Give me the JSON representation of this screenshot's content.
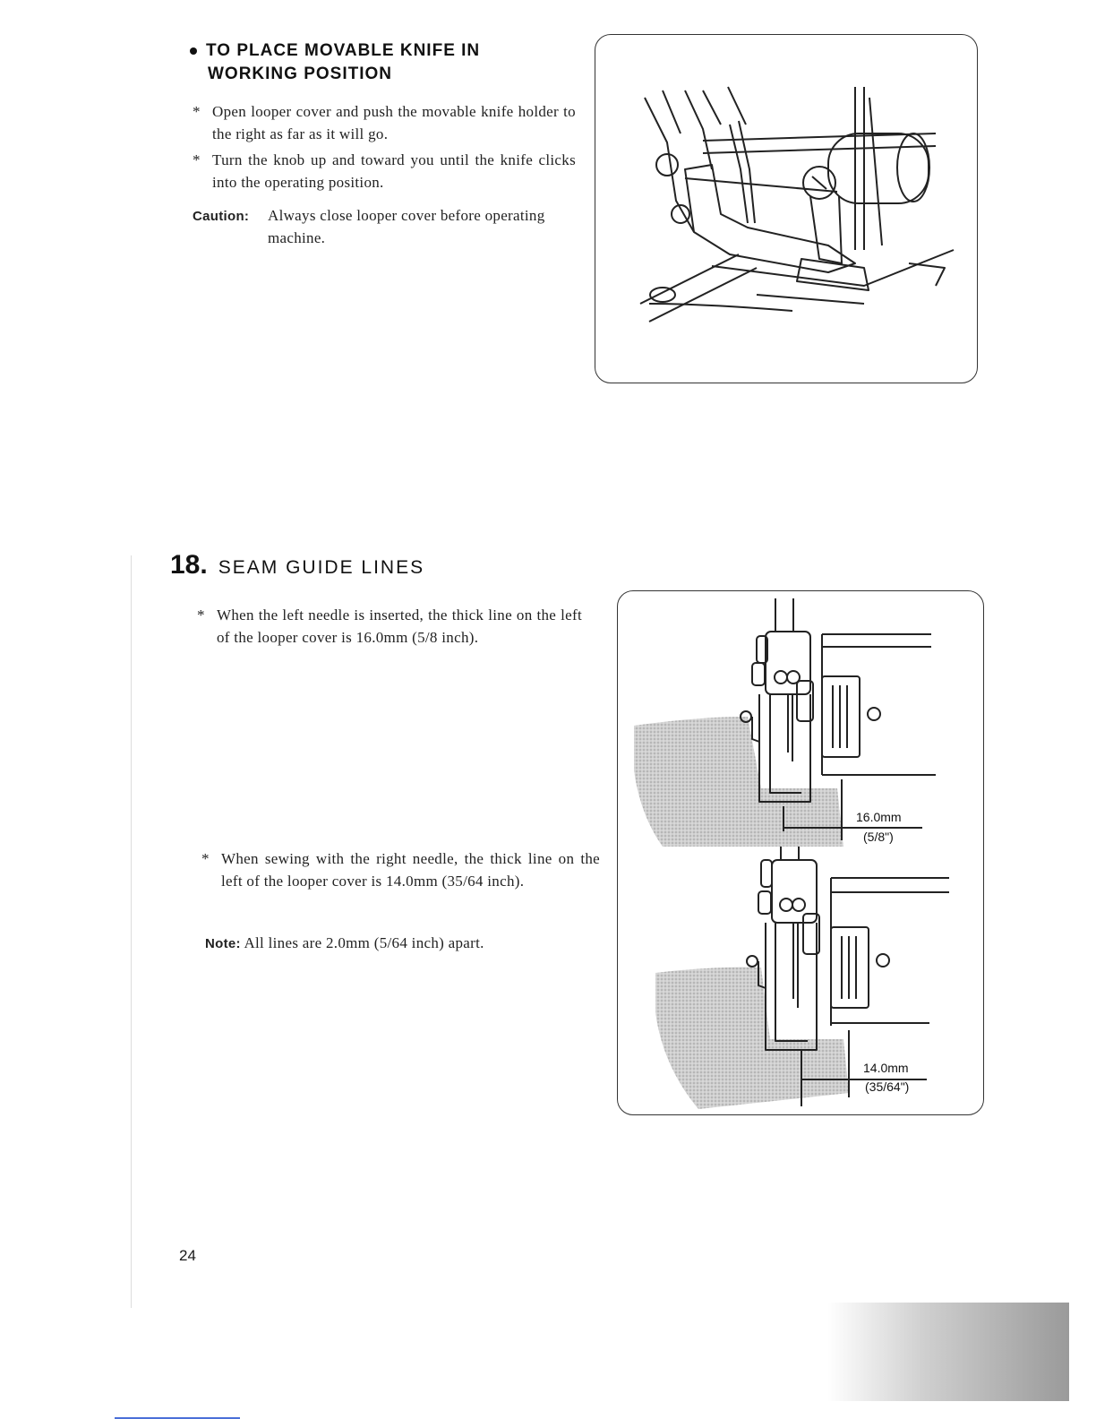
{
  "section1": {
    "title_line1": "TO PLACE MOVABLE KNIFE IN",
    "title_line2": "WORKING POSITION",
    "steps": [
      "Open looper cover and push the movable knife holder to the right as far as it will go.",
      "Turn the knob up and toward you until the knife clicks into the operating position."
    ],
    "caution_label": "Caution:",
    "caution_text": "Always close looper cover before operating machine."
  },
  "section18": {
    "number": "18.",
    "title": "SEAM GUIDE LINES",
    "step1": "When the left needle is inserted, the thick line on the left of the looper cover is 16.0mm (5/8 inch).",
    "step2": "When sewing with the right needle, the thick line on the left of the looper cover is 14.0mm (35/64 inch).",
    "note_label": "Note:",
    "note_text": "All lines are 2.0mm (5/64 inch) apart."
  },
  "figure_top": {},
  "figure_bottom": {
    "upper_dim_mm": "16.0mm",
    "upper_dim_in": "(5/8\")",
    "lower_dim_mm": "14.0mm",
    "lower_dim_in": "(35/64\")"
  },
  "bullet_symbol": "*",
  "page_number": "24"
}
